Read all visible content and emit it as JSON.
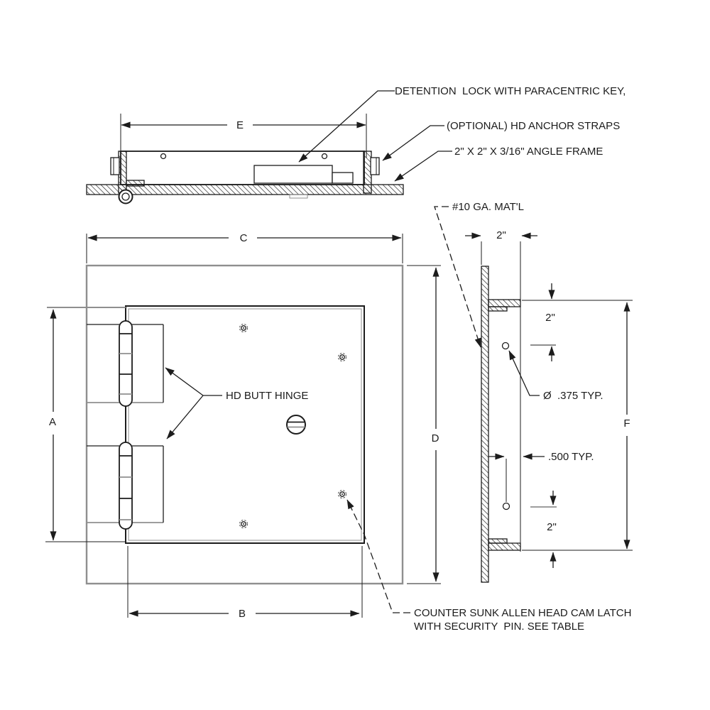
{
  "drawing": {
    "type": "engineering-drawing",
    "subject": "security access door panel - section, front and side views",
    "colors": {
      "ink": "#1c1c1c",
      "muted": "#8f8f8f",
      "background": "#ffffff"
    }
  },
  "labels": {
    "dim_a": "A",
    "dim_b": "B",
    "dim_c": "C",
    "dim_d": "D",
    "dim_e": "E",
    "dim_f": "F",
    "flange_2in": "2\"",
    "top_hole_2in": "2\"",
    "bottom_hole_2in": "2\"",
    "hole_dia": "Ø  .375 TYP.",
    "edge_offset": ".500 TYP.",
    "material": "#10 GA. MAT'L",
    "detention_lock": "DETENTION  LOCK WITH PARACENTRIC KEY,",
    "anchor_straps": "(OPTIONAL) HD ANCHOR STRAPS",
    "angle_frame": "2\" X 2\" X 3/16\" ANGLE FRAME",
    "butt_hinge": "HD BUTT HINGE",
    "cam_latch_1": "COUNTER SUNK ALLEN HEAD CAM LATCH",
    "cam_latch_2": "WITH SECURITY  PIN. SEE TABLE"
  }
}
